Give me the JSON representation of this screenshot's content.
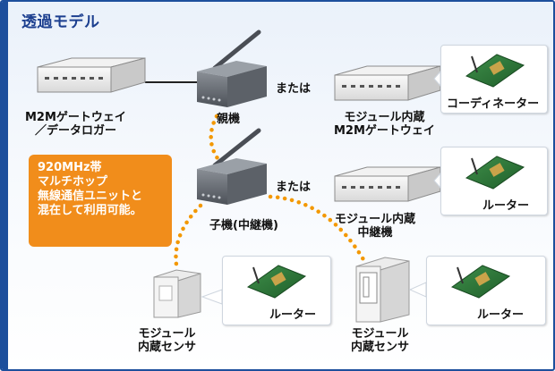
{
  "title": "透過モデル",
  "gateway_label": [
    "M2Mゲートウェイ",
    "／データロガー"
  ],
  "parent_label": "親機",
  "child_label": "子機(中継機)",
  "or_label_1": "または",
  "or_label_2": "または",
  "module_gw_label": [
    "モジュール内蔵",
    "M2Mゲートウェイ"
  ],
  "module_relay_label": [
    "モジュール内蔵",
    "中継機"
  ],
  "sensor_left_label": [
    "モジュール",
    "内蔵センサ"
  ],
  "sensor_right_label": [
    "モジュール",
    "内蔵センサ"
  ],
  "callout_coordinator": "コーディネーター",
  "callout_router_1": "ルーター",
  "callout_router_2": "ルーター",
  "callout_router_3": "ルーター",
  "note_lines": [
    "920MHz帯",
    "マルチホップ",
    "無線通信ユニットと",
    "混在して利用可能。"
  ],
  "colors": {
    "title": "#1c3f8f",
    "note_bg": "#f18d1b",
    "link_dots": "#f39800",
    "frame": "#1d4f9c"
  }
}
